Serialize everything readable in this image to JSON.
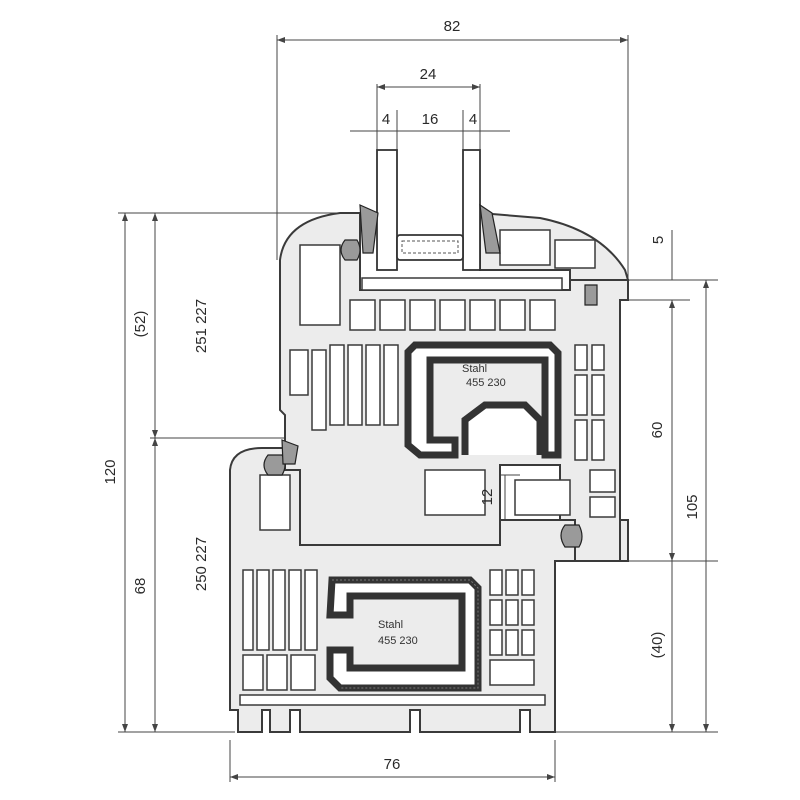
{
  "dimensions": {
    "total_depth": "82",
    "glazing": "24",
    "glass_left": "4",
    "glass_gap": "16",
    "glass_right": "4",
    "sash_overlap": "5",
    "sash_frame_overlap": "60",
    "total_height": "105",
    "frame_bottom": "(40)",
    "overall_height": "120",
    "sash_height": "(52)",
    "frame_height": "68",
    "rebate": "12",
    "frame_depth": "76"
  },
  "profiles": {
    "sash_code": "251 227",
    "frame_code": "250 227"
  },
  "reinforcements": {
    "sash": {
      "brand": "Stahl",
      "code": "455 230"
    },
    "frame": {
      "brand": "Stahl",
      "code": "455 230"
    }
  }
}
